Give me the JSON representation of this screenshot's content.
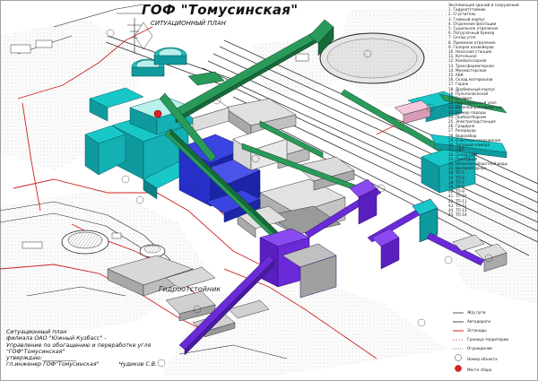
{
  "title": "ГОФ \"Томусинская\"",
  "subtitle": "СИТУАЦИОННЫЙ ПЛАН",
  "place_label": "Гидроотстойник",
  "footer": {
    "line1": "Ситуационный план",
    "line2": "филиала ОАО \"Южный Кузбасс\" -",
    "line3": "Управление по обогащению и переработке угля",
    "line4": "\"ГОФ\"Томусинская\"",
    "line5": "утверждаю:____________",
    "line6_role": "гл.инженер ГОФ\"Томусинская\"",
    "line6_name": "Чудиков С.В."
  },
  "legend_title": "Экспликация зданий и сооружений",
  "legend_items": [
    "1. Гидроотстойник",
    "2. Сгуститель",
    "3. Главный корпус",
    "4. Отделение флотации",
    "5. Сушильное отделение",
    "6. Погрузочный бункер",
    "7. Склад угля",
    "8. Приемное отделение",
    "9. Галерея конвейеров",
    "10. Насосная станция",
    "11. Котельная",
    "12. Компрессорная",
    "13. Трансформаторная",
    "14. Мехмастерские",
    "15. АБК",
    "16. Склад материалов",
    "17. Гараж",
    "18. Дробильный корпус",
    "19. Пульпонасосная",
    "20. Весовая",
    "21. Перегрузочный узел",
    "22. Вагоноопрокидыватель",
    "23. Бункер породы",
    "24. Пробоотборник",
    "25. Электроподстанция",
    "26. Градирня",
    "27. Резервуар",
    "28. Водозабор",
    "29. Очистные сооружения",
    "30. Тепловая камера",
    "31. ЦДП",
    "32. Склад ГСМ",
    "33. Проходная",
    "34. Насосная оборотной воды",
    "35. Вентиляторная",
    "36. ТП-5",
    "37. ТП-6",
    "38. ТП-7",
    "39. ТП-8",
    "40. ТП-9",
    "41. ТП-10",
    "42. ТП-11",
    "43. ТП-12",
    "44. ТП-13",
    "45. ТП-14"
  ],
  "legend_bottom": [
    "Ж/д пути",
    "Автодороги",
    "Эстакады",
    "Граница территории",
    "Ограждение",
    "Номер объекта",
    "Место сбора"
  ],
  "colors": {
    "roof": "#18c8c8",
    "wall": "#0f9a9e",
    "roof_light": "#b8f0ec",
    "gallery": "#2a9a5a",
    "gallery_dark": "#176a3a",
    "blue": "#2630c8",
    "purple": "#6a2ad8",
    "grey": "#c8c8c8",
    "grey_dark": "#8a8a8a",
    "rail": "#333333",
    "road": "#cc2222",
    "dots": "#b0b0b0"
  }
}
